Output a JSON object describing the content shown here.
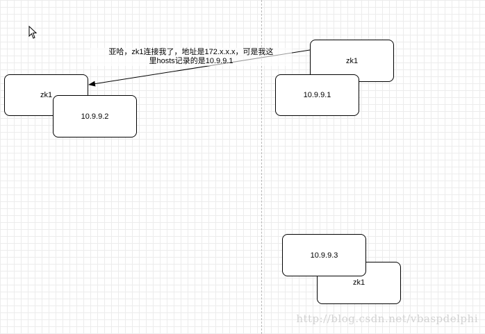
{
  "nodes": {
    "left_back": "zk1",
    "left_front": "10.9.9.2",
    "right_top_back": "zk1",
    "right_top_front": "10.9.9.1",
    "right_bottom_front": "10.9.9.3",
    "right_bottom_back": "zk1"
  },
  "edge": {
    "label_line1": "亚哈，zk1连接我了，地址是172.x.x.x，可是我这",
    "label_line2": "里hosts记录的是10.9.9.1"
  },
  "watermark": "http://blog.csdn.net/vbaspdelphi",
  "icons": {
    "cursor": "mouse-pointer-icon",
    "arrow": "arrowhead"
  }
}
